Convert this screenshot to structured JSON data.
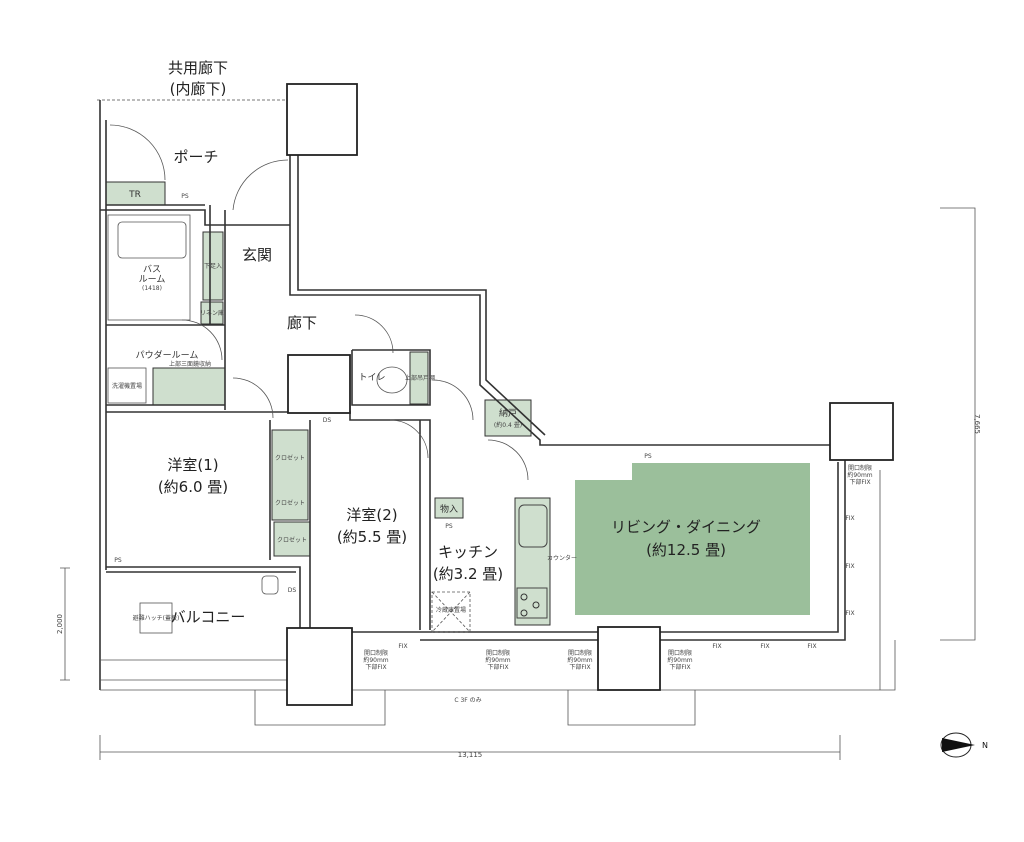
{
  "title": "Floor plan",
  "corridor": {
    "line1": "共用廊下",
    "line2": "(内廊下)"
  },
  "rooms": {
    "porch": "ポーチ",
    "tr": "TR",
    "ps_porch": "PS",
    "entrance": "玄関",
    "shoe_cabinet": "下足入",
    "bath_line1": "バス",
    "bath_line2": "ルーム",
    "bath_size": "(1418)",
    "linen": "リネン庫",
    "hallway": "廊下",
    "powder_room": "パウダールーム",
    "powder_note": "上部三面鏡収納",
    "washer": "洗濯機置場",
    "toilet": "トイレ",
    "toilet_storage": "上部吊戸棚",
    "ds_hall": "DS",
    "nando_name": "納戸",
    "nando_size": "(約0.4 畳)",
    "western1_name": "洋室(1)",
    "western1_size": "(約6.0 畳)",
    "closet": "クロゼット",
    "western2_name": "洋室(2)",
    "western2_size": "(約5.5 畳)",
    "storage": "物入",
    "ps_kitchen": "PS",
    "kitchen_name": "キッチン",
    "kitchen_size": "(約3.2 畳)",
    "counter": "カウンター",
    "fridge": "冷蔵庫置場",
    "ps_living": "PS",
    "living_name": "リビング・ダイニング",
    "living_size": "(約12.5 畳)",
    "ps_balcony": "PS",
    "balcony": "バルコニー",
    "hatch": "避難ハッチ(蓋板)",
    "ds_balcony": "DS"
  },
  "window_notes": {
    "open": "開口制限",
    "open2": "約90mm",
    "fix_lower": "下部FIX",
    "fix": "FIX"
  },
  "balcony_note": "C 3F のみ",
  "dimensions": {
    "width": "13,115",
    "depth": "7,665",
    "balcony": "2,000"
  },
  "compass": {
    "label": "N"
  }
}
